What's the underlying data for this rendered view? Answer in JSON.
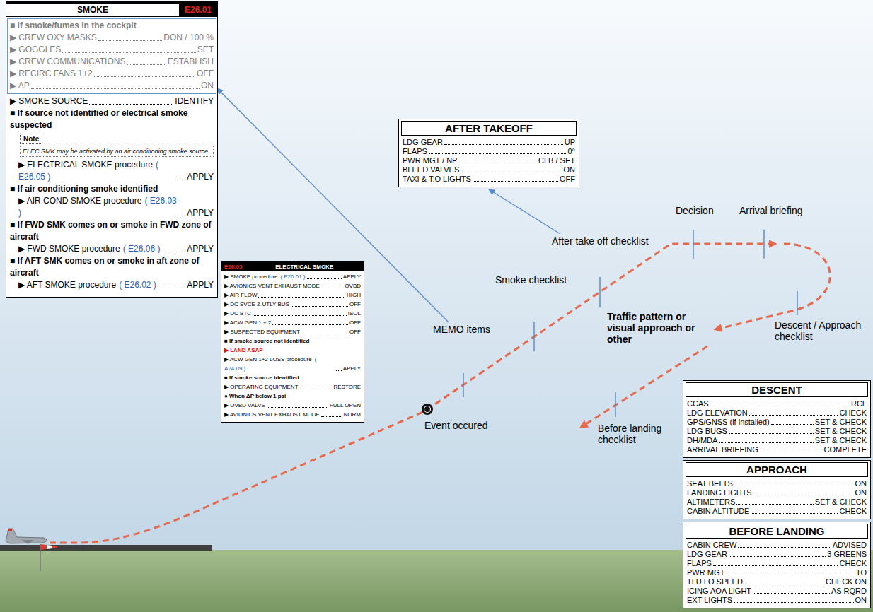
{
  "diagram": {
    "nodes": [
      {
        "text": [
          "SMOKE",
          "E26.01",
          "▶ SMOKE SOURCE",
          "IDENTIFY",
          "■ If source not identified or electrical smoke suspected",
          "▶ ELECTRICAL SMOKE procedure",
          "( E26.05 )",
          "APPLY",
          "■ If air conditioning smoke identified",
          "▶ AIR COND SMOKE procedure",
          "( E26.03 )",
          "APPLY",
          "■ If FWD SMK comes on or smoke in FWD zone of aircraft",
          "▶ FWD SMOKE procedure",
          "( E26.06 )",
          "APPLY",
          "■ If AFT SMK comes on or smoke in aft zone of aircraft",
          "▶ AFT SMOKE procedure",
          "( E26.02 )",
          "APPLY"
        ]
      },
      {
        "text": [
          "■ If smoke/fumes in the cockpit",
          "▶ CREW OXY MASKS",
          "DON / 100 %",
          "▶ GOGGLES",
          "SET",
          "▶ CREW COMMUNICATIONS",
          "ESTABLISH",
          "▶ RECIRC FANS 1+2",
          "OFF",
          "▶ AP",
          "ON"
        ],
        "in": 0
      },
      {
        "text": [
          "Note",
          "ELEC SMK may be activated by an air conditioning smoke source"
        ],
        "in": 0
      },
      {
        "text": [
          "E26.05",
          "ELECTRICAL SMOKE",
          "▶ SMOKE procedure",
          "( E26.01 )",
          "APPLY",
          "▶ AVIONICS VENT EXHAUST MODE",
          "OVBD",
          "▶ AIR FLOW",
          "HIGH",
          "▶ DC SVCE & UTLY BUS",
          "OFF",
          "▶ DC BTC",
          "ISOL",
          "▶ ACW GEN 1 + 2",
          "OFF",
          "▶ SUSPECTED EQUIPMENT",
          "OFF",
          "■ If smoke source not identified",
          "▶ LAND ASAP",
          "▶ ACW GEN 1+2 LOSS procedure",
          "( A24.09 )",
          "APPLY",
          "■ If smoke source identified",
          "▶ OPERATING EQUIPMENT",
          "RESTORE",
          "● When ΔP below 1 psi",
          "▶ OVBD VALVE",
          "FULL OPEN",
          "▶ AVIONICS VENT EXHAUST MODE",
          "NORM"
        ]
      },
      {
        "text": [
          "AFTER TAKEOFF",
          "LDG GEAR",
          "UP",
          "FLAPS",
          "0°",
          "PWR MGT / NP",
          "CLB / SET",
          "BLEED VALVES",
          "ON",
          "TAXI & T.O LIGHTS",
          "OFF"
        ]
      },
      {
        "text": [
          "DESCENT",
          "CCAS",
          "RCL",
          "LDG ELEVATION",
          "CHECK",
          "GPS/GNSS (if installed)",
          "SET & CHECK",
          "LDG BUGS",
          "SET & CHECK",
          "DH/MDA",
          "SET & CHECK",
          "ARRIVAL BRIEFING",
          "COMPLETE"
        ]
      },
      {
        "text": [
          "APPROACH",
          "SEAT BELTS",
          "ON",
          "LANDING LIGHTS",
          "ON",
          "ALTIMETERS",
          "SET & CHECK",
          "CABIN ALTITUDE",
          "CHECK"
        ]
      },
      {
        "text": [
          "BEFORE LANDING",
          "CABIN CREW",
          "ADVISED",
          "LDG GEAR",
          "3 GREENS",
          "FLAPS",
          "CHECK",
          "PWR MGT",
          "TO",
          "TLU LO SPEED",
          "CHECK ON",
          "ICING AOA LIGHT",
          "AS RQRD",
          "EXT LIGHTS",
          "ON"
        ]
      }
    ],
    "labels": [
      "MEMO items",
      "Smoke checklist",
      "After take off checklist",
      "Decision",
      "Arrival briefing",
      "Descent / Approach checklist",
      "Traffic pattern or visual approach or other",
      "Before landing checklist",
      "Event occured"
    ]
  }
}
